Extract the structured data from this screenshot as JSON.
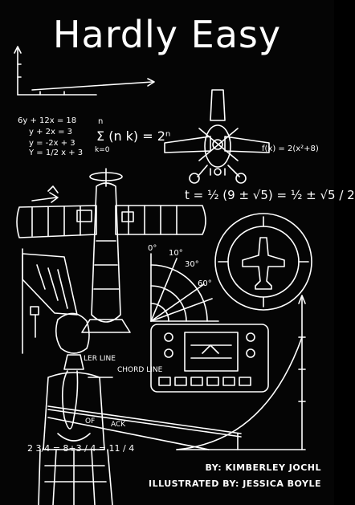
{
  "cover": {
    "title": "Hardly Easy",
    "author_line": "BY: KIMBERLEY JOCHL",
    "illustrator_line": "ILLUSTRATED BY: JESSICA BOYLE"
  },
  "chalk": {
    "eq_lines": [
      "6y + 12x = 18",
      "y + 2x = 3",
      "y = -2x + 3",
      "Y = 1/2 x + 3"
    ],
    "sum_formula": "Σ (n k) = 2ⁿ",
    "sum_top": "n",
    "sum_bottom": "k=0",
    "fx_formula": "f(x) = 2(x²+8)",
    "t_formula": "t = ½ (9 ± √5) = ½ ± √5 / 2",
    "angle_labels": [
      "0°",
      "10°",
      "30°",
      "60°"
    ],
    "chord_label": "CHORD LINE",
    "ler_label": "LER LINE",
    "of_label": "OF",
    "ack_label": "ACK",
    "fraction_formula": "2 3/4 = 8+3 / 4 = 11 / 4"
  },
  "colors": {
    "background": "#050505",
    "chalk": "#ffffff"
  }
}
